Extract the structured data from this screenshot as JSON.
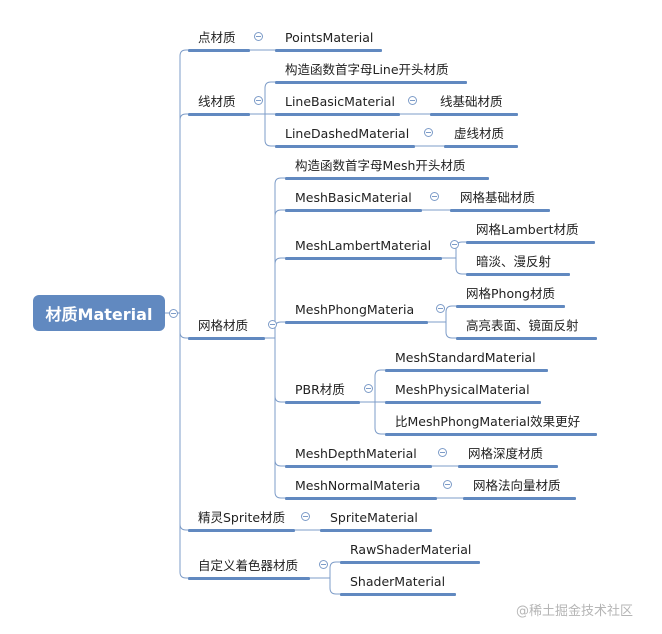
{
  "root": {
    "label": "材质Material"
  },
  "branches": [
    {
      "label": "点材质",
      "children": [
        {
          "label": "PointsMaterial"
        }
      ]
    },
    {
      "label": "线材质",
      "children": [
        {
          "label": "构造函数首字母Line开头材质"
        },
        {
          "label": "LineBasicMaterial",
          "children": [
            {
              "label": "线基础材质"
            }
          ]
        },
        {
          "label": "LineDashedMaterial",
          "children": [
            {
              "label": "虚线材质"
            }
          ]
        }
      ]
    },
    {
      "label": "网格材质",
      "children": [
        {
          "label": "构造函数首字母Mesh开头材质"
        },
        {
          "label": "MeshBasicMaterial",
          "children": [
            {
              "label": "网格基础材质"
            }
          ]
        },
        {
          "label": "MeshLambertMaterial",
          "children": [
            {
              "label": "网格Lambert材质"
            },
            {
              "label": "暗淡、漫反射"
            }
          ]
        },
        {
          "label": "MeshPhongMateria",
          "children": [
            {
              "label": "网格Phong材质"
            },
            {
              "label": "高亮表面、镜面反射"
            }
          ]
        },
        {
          "label": "PBR材质",
          "children": [
            {
              "label": "MeshStandardMaterial"
            },
            {
              "label": "MeshPhysicalMaterial"
            },
            {
              "label": "比MeshPhongMaterial效果更好"
            }
          ]
        },
        {
          "label": "MeshDepthMaterial",
          "children": [
            {
              "label": "网格深度材质"
            }
          ]
        },
        {
          "label": "MeshNormalMateria",
          "children": [
            {
              "label": "网格法向量材质"
            }
          ]
        }
      ]
    },
    {
      "label": "精灵Sprite材质",
      "children": [
        {
          "label": "SpriteMaterial"
        }
      ]
    },
    {
      "label": "自定义着色器材质",
      "children": [
        {
          "label": "RawShaderMaterial"
        },
        {
          "label": "ShaderMaterial"
        }
      ]
    }
  ],
  "watermark": "@稀土掘金技术社区",
  "colors": {
    "accent": "#6189c0",
    "connector": "#7d9cc8",
    "text": "#222222"
  }
}
